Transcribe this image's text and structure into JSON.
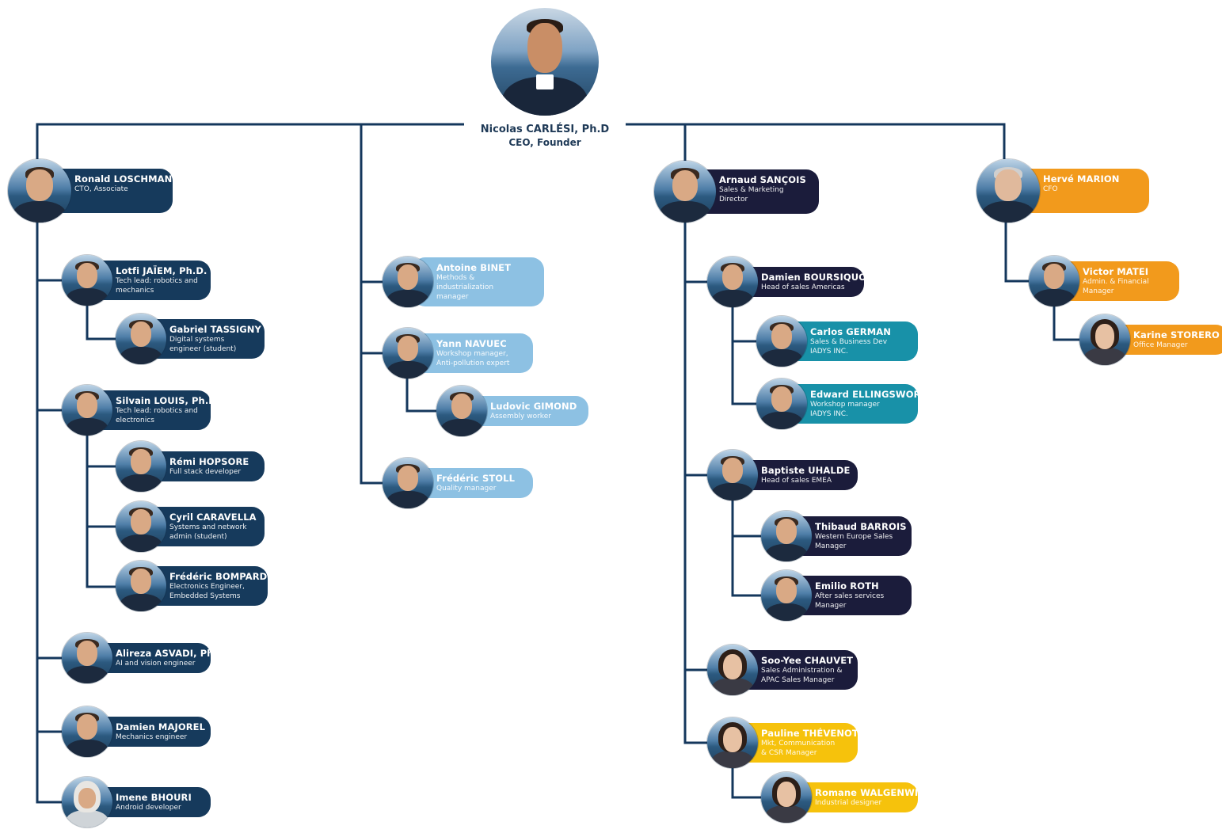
{
  "ceo": {
    "name": "Nicolas CARLÉSI, Ph.D",
    "role": "CEO, Founder"
  },
  "colors": {
    "line": "#14375c",
    "tech": "#163a5c",
    "production": "#8dc1e3",
    "sales_navy": "#1b1c3b",
    "sales_teal": "#1891a8",
    "finance": "#f29a1c",
    "marketing": "#f6c20c"
  },
  "nodes": [
    {
      "id": "loschmann",
      "name": "Ronald LOSCHMANN, Ph.D.",
      "role": "CTO, Associate",
      "group": "tech",
      "photo": "man"
    },
    {
      "id": "jaiem",
      "name": "Lotfi JAÏEM, Ph.D.",
      "role": "Tech lead: robotics and\nmechanics",
      "group": "tech",
      "photo": "man"
    },
    {
      "id": "tassigny",
      "name": "Gabriel TASSIGNY",
      "role": "Digital systems\nengineer (student)",
      "group": "tech",
      "photo": "man"
    },
    {
      "id": "louis",
      "name": "Silvain LOUIS, Ph.D.",
      "role": "Tech lead: robotics and\nelectronics",
      "group": "tech",
      "photo": "man"
    },
    {
      "id": "hopsore",
      "name": "Rémi HOPSORE",
      "role": "Full stack developer",
      "group": "tech",
      "photo": "man"
    },
    {
      "id": "caravella",
      "name": "Cyril CARAVELLA",
      "role": "Systems and network\nadmin (student)",
      "group": "tech",
      "photo": "man"
    },
    {
      "id": "bompard",
      "name": "Frédéric BOMPARD",
      "role": "Electronics Engineer,\nEmbedded Systems",
      "group": "tech",
      "photo": "man"
    },
    {
      "id": "asvadi",
      "name": "Alireza ASVADI, Ph.D.",
      "role": "AI and vision engineer",
      "group": "tech",
      "photo": "man"
    },
    {
      "id": "majorel",
      "name": "Damien MAJOREL",
      "role": "Mechanics engineer",
      "group": "tech",
      "photo": "man"
    },
    {
      "id": "bhouri",
      "name": "Imene BHOURI",
      "role": "Android developer",
      "group": "tech",
      "photo": "scarf"
    },
    {
      "id": "binet",
      "name": "Antoine BINET",
      "role": "Methods & industrialization\nmanager",
      "group": "production",
      "photo": "man"
    },
    {
      "id": "navuec",
      "name": "Yann NAVUEC",
      "role": "Workshop manager,\nAnti-pollution expert",
      "group": "production",
      "photo": "man"
    },
    {
      "id": "gimond",
      "name": "Ludovic GIMOND",
      "role": "Assembly worker",
      "group": "production",
      "photo": "man"
    },
    {
      "id": "stoll",
      "name": "Frédéric STOLL",
      "role": "Quality manager",
      "group": "production",
      "photo": "man"
    },
    {
      "id": "sancois",
      "name": "Arnaud SANÇOIS",
      "role": "Sales & Marketing\nDirector",
      "group": "sales_navy",
      "photo": "man"
    },
    {
      "id": "boursiquot",
      "name": "Damien BOURSIQUOT",
      "role": "Head of sales Americas",
      "group": "sales_navy",
      "photo": "man"
    },
    {
      "id": "german",
      "name": "Carlos GERMAN",
      "role": "Sales & Business Dev\nIADYS INC.",
      "group": "sales_teal",
      "photo": "man"
    },
    {
      "id": "ellingsworth",
      "name": "Edward ELLINGSWORTH",
      "role": "Workshop manager\nIADYS INC.",
      "group": "sales_teal",
      "photo": "man"
    },
    {
      "id": "uhalde",
      "name": "Baptiste UHALDE",
      "role": "Head of sales EMEA",
      "group": "sales_navy",
      "photo": "man"
    },
    {
      "id": "barrois",
      "name": "Thibaud BARROIS",
      "role": "Western Europe Sales\nManager",
      "group": "sales_navy",
      "photo": "man"
    },
    {
      "id": "roth",
      "name": "Emilio ROTH",
      "role": "After sales services\nManager",
      "group": "sales_navy",
      "photo": "man"
    },
    {
      "id": "chauvet",
      "name": "Soo-Yee CHAUVET",
      "role": "Sales Administration &\nAPAC Sales Manager",
      "group": "sales_navy",
      "photo": "woman"
    },
    {
      "id": "thevenot",
      "name": "Pauline THÉVENOT",
      "role": "Mkt, Communication\n& CSR Manager",
      "group": "marketing",
      "photo": "woman"
    },
    {
      "id": "walgenwitz",
      "name": "Romane WALGENWITZ",
      "role": "Industrial designer",
      "group": "marketing",
      "photo": "woman"
    },
    {
      "id": "marion",
      "name": "Hervé MARION",
      "role": "CFO",
      "group": "finance",
      "photo": "grey"
    },
    {
      "id": "matei",
      "name": "Victor MATEI",
      "role": "Admin. & Financial\nManager",
      "group": "finance",
      "photo": "man"
    },
    {
      "id": "storero",
      "name": "Karine STORERO",
      "role": "Office Manager",
      "group": "finance",
      "photo": "woman"
    }
  ]
}
